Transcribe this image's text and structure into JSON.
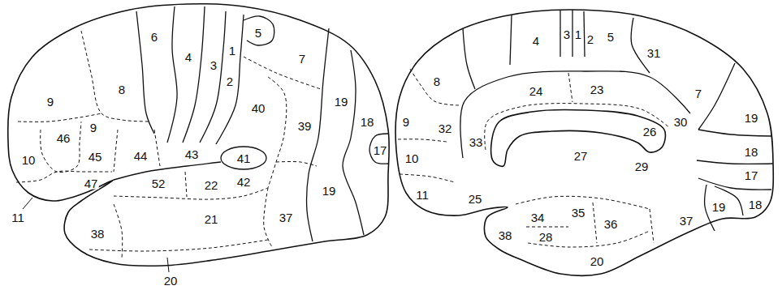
{
  "diagram": {
    "labels": [
      "6",
      "4",
      "3",
      "1",
      "2",
      "5",
      "7",
      "8",
      "9",
      "9",
      "46",
      "10",
      "45",
      "44",
      "43",
      "41",
      "40",
      "39",
      "19",
      "18",
      "17",
      "19",
      "42",
      "52",
      "22",
      "47",
      "11",
      "21",
      "37",
      "38",
      "20",
      "4",
      "3",
      "1",
      "2",
      "5",
      "7",
      "8",
      "24",
      "31",
      "23",
      "9",
      "32",
      "33",
      "19",
      "30",
      "10",
      "26",
      "18",
      "27",
      "29",
      "17",
      "11",
      "25",
      "34",
      "35",
      "28",
      "36",
      "37",
      "19",
      "18",
      "38",
      "20"
    ]
  }
}
